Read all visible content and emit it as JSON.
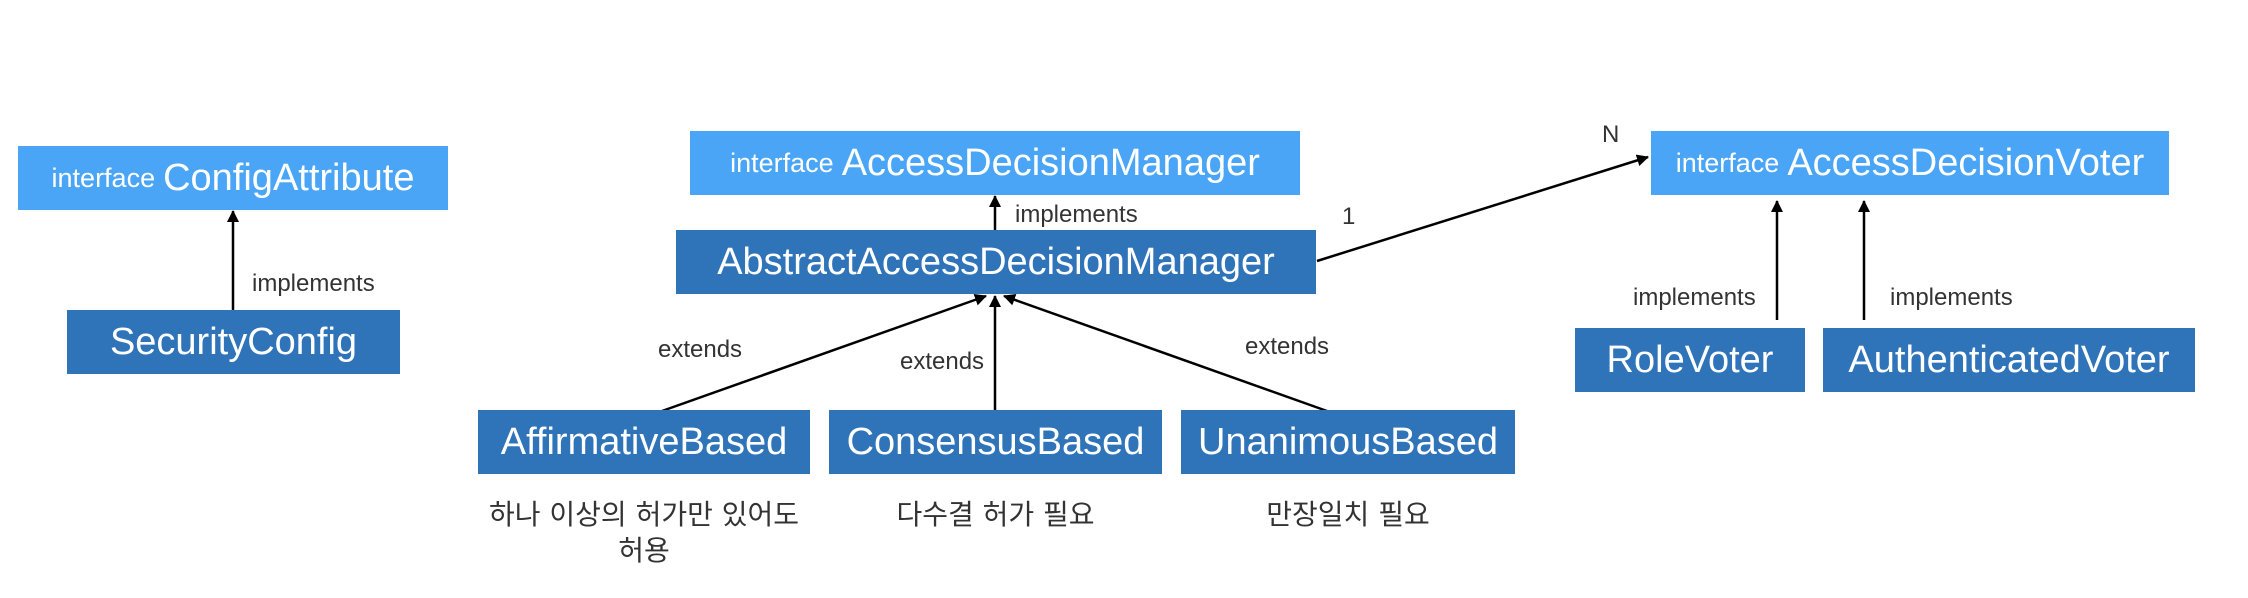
{
  "nodes": {
    "config_attribute": {
      "keyword": "interface",
      "name": "ConfigAttribute"
    },
    "security_config": {
      "name": "SecurityConfig"
    },
    "access_decision_manager": {
      "keyword": "interface",
      "name": "AccessDecisionManager"
    },
    "abstract_access_decision_manager": {
      "name": "AbstractAccessDecisionManager"
    },
    "affirmative_based": {
      "name": "AffirmativeBased"
    },
    "consensus_based": {
      "name": "ConsensusBased"
    },
    "unanimous_based": {
      "name": "UnanimousBased"
    },
    "access_decision_voter": {
      "keyword": "interface",
      "name": "AccessDecisionVoter"
    },
    "role_voter": {
      "name": "RoleVoter"
    },
    "authenticated_voter": {
      "name": "AuthenticatedVoter"
    }
  },
  "edge_labels": {
    "security_config_implements": "implements",
    "abstract_manager_implements": "implements",
    "affirmative_extends": "extends",
    "consensus_extends": "extends",
    "unanimous_extends": "extends",
    "role_voter_implements": "implements",
    "authenticated_voter_implements": "implements",
    "multiplicity_one": "1",
    "multiplicity_many": "N"
  },
  "notes": {
    "affirmative": "하나 이상의 허가만 있어도 허용",
    "consensus": "다수결 허가 필요",
    "unanimous": "만장일치 필요"
  },
  "colors": {
    "interface_fill": "#4aa5f7",
    "class_fill": "#2f73b9",
    "text_on_box": "#ffffff",
    "edge": "#000000",
    "label_text": "#333333"
  }
}
